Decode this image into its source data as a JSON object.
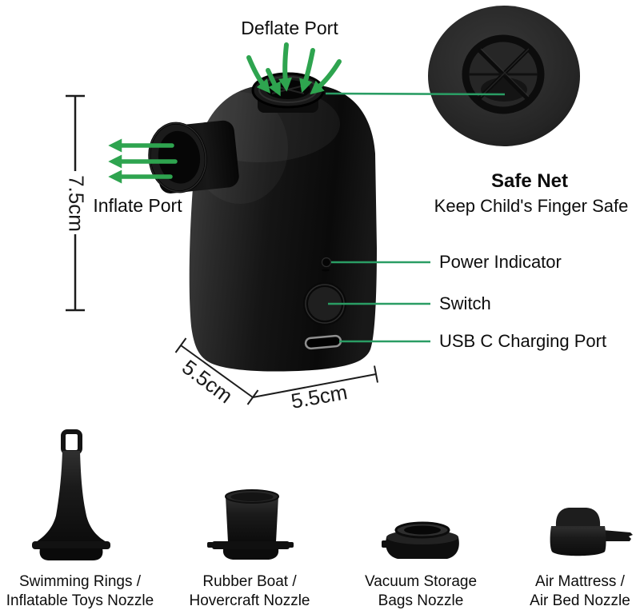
{
  "device": {
    "deflate_port_label": "Deflate Port",
    "inflate_port_label": "Inflate Port",
    "safe_net": {
      "title": "Safe Net",
      "subtitle": "Keep Child's Finger Safe"
    },
    "callouts": {
      "power": "Power Indicator",
      "switch": "Switch",
      "usb": "USB C Charging Port"
    },
    "dimensions": {
      "height": "7.5cm",
      "depth": "5.5cm",
      "width": "5.5cm"
    }
  },
  "nozzles": [
    {
      "line1": "Swimming Rings /",
      "line2": "Inflatable Toys Nozzle"
    },
    {
      "line1": "Rubber Boat /",
      "line2": "Hovercraft Nozzle"
    },
    {
      "line1": "Vacuum Storage",
      "line2": "Bags Nozzle"
    },
    {
      "line1": "Air Mattress /",
      "line2": "Air Bed Nozzle"
    }
  ],
  "colors": {
    "arrow_green": "#2ea44f",
    "leader_green": "#2a9d64",
    "background": "#ffffff",
    "device_black": "#161616",
    "text": "#111111"
  }
}
